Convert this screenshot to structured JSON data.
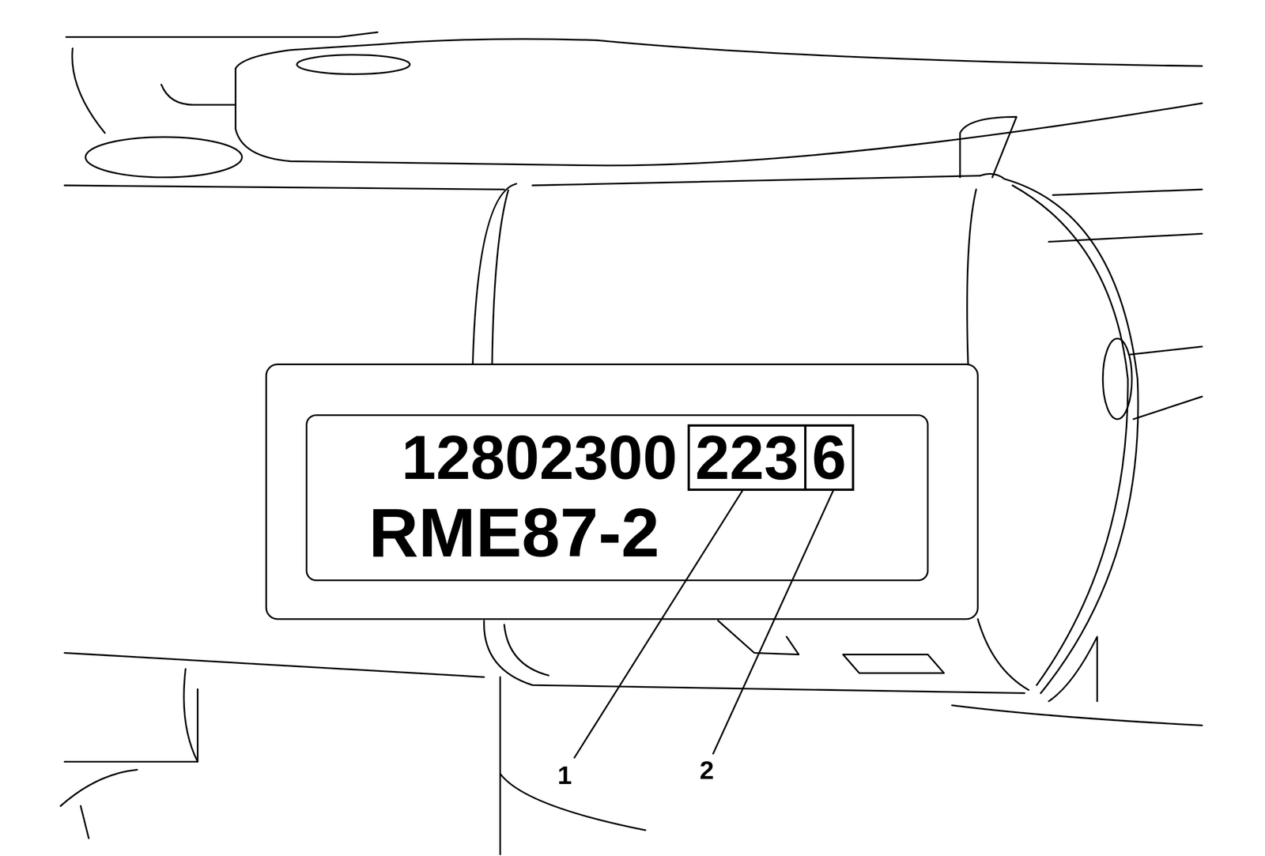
{
  "diagram": {
    "nodes": [
      {
        "text": [
          "223"
        ]
      },
      {
        "text": [
          "6"
        ]
      }
    ],
    "labels": [
      "12802300",
      "RME87-2",
      "1",
      "2"
    ]
  }
}
